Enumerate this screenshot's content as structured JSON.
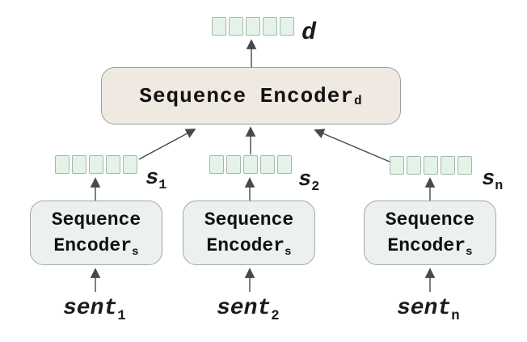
{
  "diagram": {
    "title_semantics": "hierarchical sequence encoder",
    "document_vector_label": "d",
    "document_encoder": {
      "title": "Sequence Encoder",
      "subscript": "d"
    },
    "sentence_encoder": {
      "line1": "Sequence",
      "line2": "Encoder",
      "subscript": "s"
    },
    "columns": [
      {
        "s_label": "s",
        "s_subscript": "1",
        "sent_label": "sent",
        "sent_subscript": "1"
      },
      {
        "s_label": "s",
        "s_subscript": "2",
        "sent_label": "sent",
        "sent_subscript": "2"
      },
      {
        "s_label": "s",
        "s_subscript": "n",
        "sent_label": "sent",
        "sent_subscript": "n"
      }
    ],
    "vector_cells_per_row": 5,
    "colors": {
      "vector_fill": "#e4f3e7",
      "vector_border": "#a6b7a9",
      "document_box_fill": "#efe9e2",
      "document_box_border": "#9aa09e",
      "sentence_box_fill": "#edf0f0",
      "sentence_box_border": "#a0a8a8",
      "arrow": "#45494b",
      "text": "#111111"
    }
  }
}
